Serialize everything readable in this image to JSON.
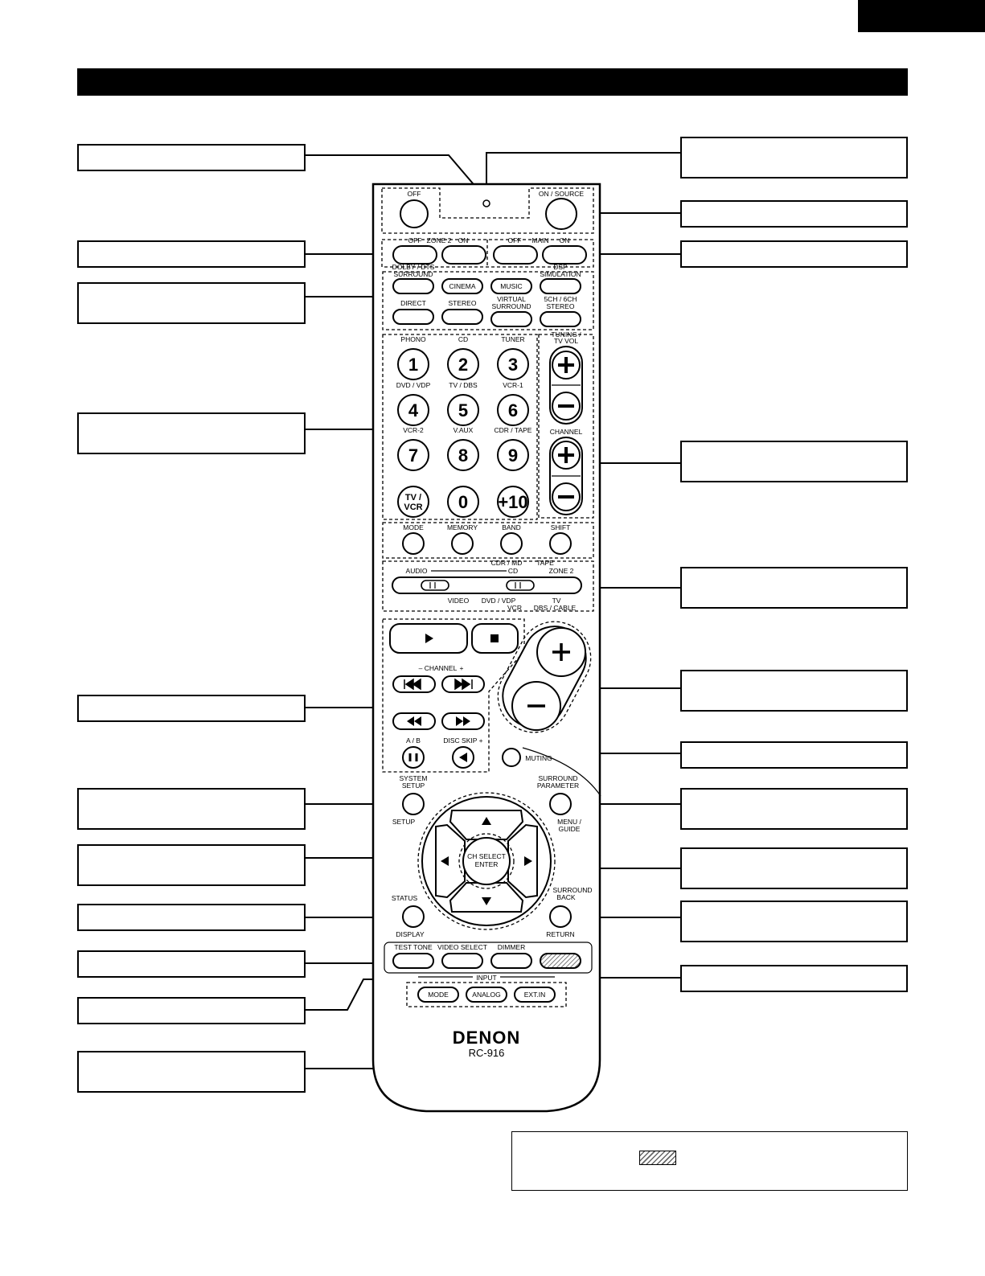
{
  "remote": {
    "brand": "DENON",
    "model": "RC-916",
    "power": {
      "off": "OFF",
      "on_source": "ON / SOURCE"
    },
    "zone2": {
      "off": "OFF",
      "name": "ZONE 2",
      "on": "ON"
    },
    "main": {
      "off": "OFF",
      "name": "MAIN",
      "on": "ON"
    },
    "surround_modes": {
      "dolby_dts": [
        "DOLBY / DTS",
        "SURROUND"
      ],
      "cinema": "CINEMA",
      "music": "MUSIC",
      "dsp": [
        "DSP",
        "SIMULATION"
      ],
      "direct": "DIRECT",
      "stereo": "STEREO",
      "virtual": [
        "VIRTUAL",
        "SURROUND"
      ],
      "ch_stereo": [
        "5CH / 6CH",
        "STEREO"
      ]
    },
    "number_keys": [
      {
        "label": "PHONO",
        "digit": "1"
      },
      {
        "label": "CD",
        "digit": "2"
      },
      {
        "label": "TUNER",
        "digit": "3"
      },
      {
        "label": "DVD / VDP",
        "digit": "4"
      },
      {
        "label": "TV / DBS",
        "digit": "5"
      },
      {
        "label": "VCR-1",
        "digit": "6"
      },
      {
        "label": "VCR-2",
        "digit": "7"
      },
      {
        "label": "V.AUX",
        "digit": "8"
      },
      {
        "label": "CDR / TAPE",
        "digit": "9"
      },
      {
        "label": "",
        "digit": "TV / VCR"
      },
      {
        "label": "",
        "digit": "0"
      },
      {
        "label": "",
        "digit": "+10"
      }
    ],
    "tuning_label": [
      "TUNING /",
      "TV VOL"
    ],
    "channel_label": "CHANNEL",
    "function_row": [
      "MODE",
      "MEMORY",
      "BAND",
      "SHIFT"
    ],
    "selector": {
      "audio": "AUDIO",
      "cdr_md": "CDR / MD",
      "tape": "TAPE",
      "cd": "CD",
      "zone2": "ZONE 2",
      "video": "VIDEO",
      "dvd_vdp": "DVD / VDP",
      "tv": "TV",
      "vcr": "VCR",
      "dbs_cable": "DBS / CABLE"
    },
    "transport": {
      "channel": "CHANNEL",
      "minus": "–",
      "plus": "+",
      "ab": "A / B",
      "disc_skip": "DISC SKIP +"
    },
    "muting": "MUTING",
    "system_setup": [
      "SYSTEM",
      "SETUP"
    ],
    "setup": "SETUP",
    "surround_parameter": [
      "SURROUND",
      "PARAMETER"
    ],
    "menu_guide": [
      "MENU /",
      "GUIDE"
    ],
    "ch_select_enter": [
      "CH SELECT",
      "ENTER"
    ],
    "status": "STATUS",
    "display": "DISPLAY",
    "surround_back": [
      "SURROUND",
      "BACK"
    ],
    "return": "RETURN",
    "bottom_row": [
      "TEST TONE",
      "VIDEO SELECT",
      "DIMMER"
    ],
    "input": {
      "title": "INPUT",
      "buttons": [
        "MODE",
        "ANALOG",
        "EXT.IN"
      ]
    }
  }
}
